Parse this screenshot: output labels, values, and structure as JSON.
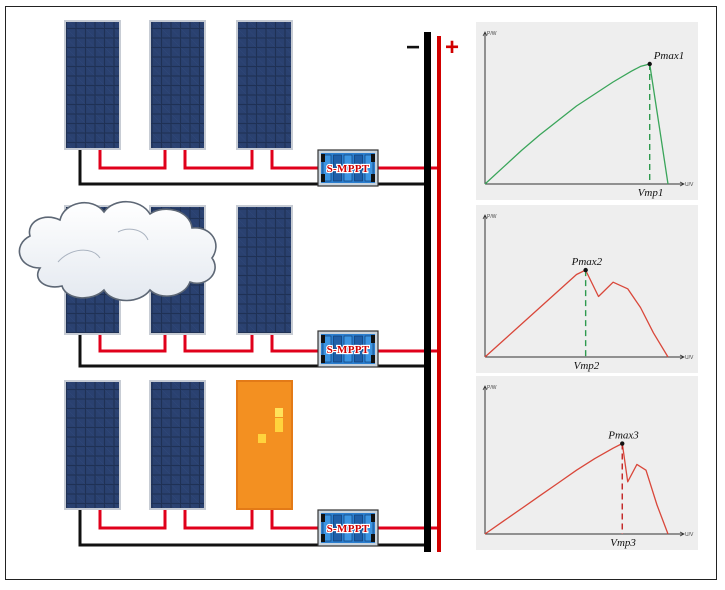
{
  "bus": {
    "minus_sign": "−",
    "plus_sign": "+",
    "negative_color": "#000000",
    "positive_color": "#d10000"
  },
  "mppt_label": "S-MPPT",
  "strings": [
    {
      "panels": [
        "normal",
        "normal",
        "normal"
      ],
      "shaded": false
    },
    {
      "panels": [
        "normal",
        "normal",
        "normal"
      ],
      "shaded": true,
      "shade": "cloud"
    },
    {
      "panels": [
        "normal",
        "normal",
        "hot-spot"
      ],
      "shaded": false
    }
  ],
  "colors": {
    "panel_cell": "#24385e",
    "panel_frame": "#c7ccd4",
    "wire_red": "#e0001b",
    "wire_black": "#111111",
    "plot_bg": "#eeeeee",
    "curve_green": "#3aa55a",
    "curve_red": "#d9473a",
    "faulty_panel": "#f39021"
  },
  "chart_data": [
    {
      "type": "line",
      "ylabel": "P/W",
      "xlabel": "U/V",
      "peak_label": "Pmax1",
      "vmp_label": "Vmp1",
      "color": "green",
      "x": [
        0,
        0.1,
        0.2,
        0.3,
        0.4,
        0.5,
        0.6,
        0.7,
        0.8,
        0.85,
        0.9,
        0.95,
        1.0
      ],
      "y": [
        0,
        0.14,
        0.28,
        0.41,
        0.53,
        0.65,
        0.75,
        0.85,
        0.94,
        0.98,
        1.0,
        0.5,
        0
      ]
    },
    {
      "type": "line",
      "ylabel": "P/W",
      "xlabel": "U/V",
      "peak_label": "Pmax2",
      "vmp_label": "Vmp2",
      "color": "red",
      "x": [
        0,
        0.1,
        0.2,
        0.3,
        0.4,
        0.5,
        0.55,
        0.62,
        0.7,
        0.78,
        0.85,
        0.92,
        1.0
      ],
      "y": [
        0,
        0.15,
        0.3,
        0.45,
        0.6,
        0.75,
        0.79,
        0.55,
        0.68,
        0.62,
        0.45,
        0.22,
        0
      ]
    },
    {
      "type": "line",
      "ylabel": "P/W",
      "xlabel": "U/V",
      "peak_label": "Pmax3",
      "vmp_label": "Vmp3",
      "color": "red",
      "x": [
        0,
        0.1,
        0.2,
        0.3,
        0.4,
        0.5,
        0.6,
        0.7,
        0.75,
        0.78,
        0.83,
        0.88,
        0.94,
        1.0
      ],
      "y": [
        0,
        0.11,
        0.22,
        0.33,
        0.44,
        0.55,
        0.65,
        0.74,
        0.78,
        0.45,
        0.6,
        0.55,
        0.25,
        0
      ]
    }
  ]
}
